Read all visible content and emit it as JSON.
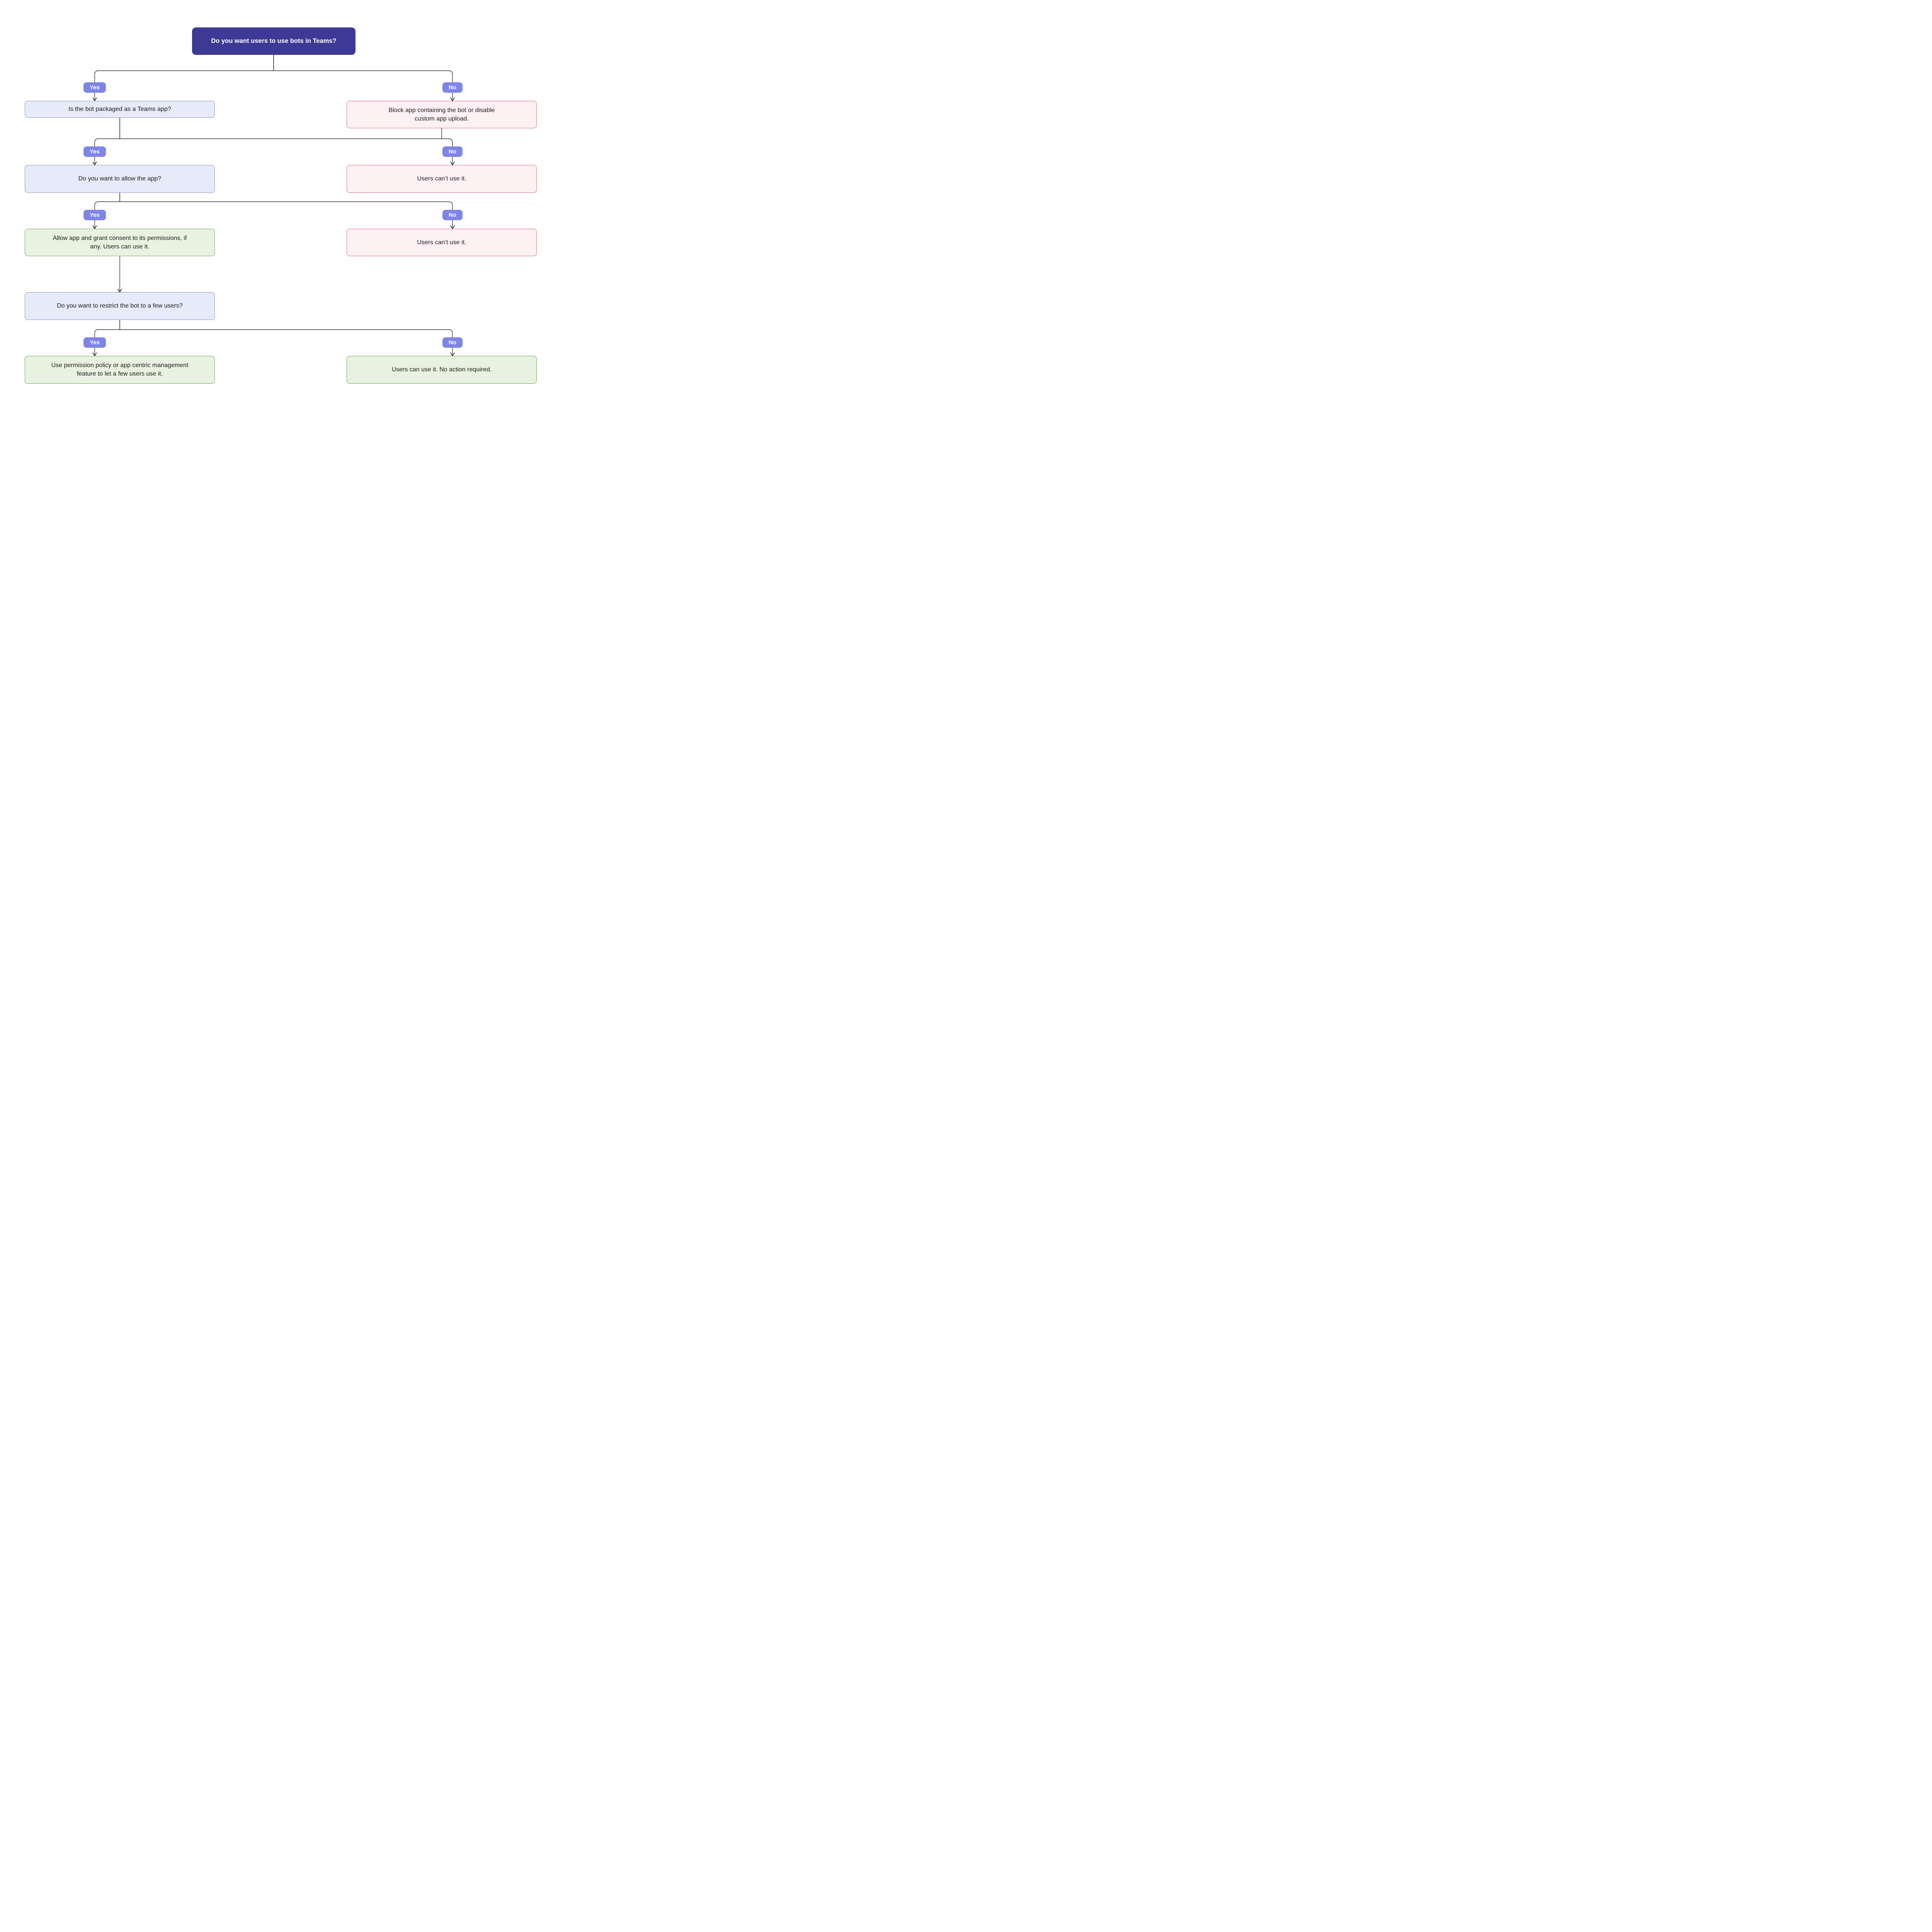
{
  "diagram": {
    "type": "flowchart",
    "title": "Do you want users to use bots in Teams? — decision flowchart",
    "labels": {
      "yes": "Yes",
      "no": "No"
    },
    "nodes": {
      "root": {
        "text": "Do you want users to use bots in Teams?",
        "kind": "start"
      },
      "q_packaged": {
        "text": "Is the bot packaged as a Teams app?",
        "kind": "question"
      },
      "block_app": {
        "text": "Block app containing the bot or disable custom app upload.",
        "kind": "action-negative"
      },
      "q_allow": {
        "text": "Do you want to allow the app?",
        "kind": "question"
      },
      "cant_use_1": {
        "text": "Users can’t use it.",
        "kind": "outcome-negative"
      },
      "allow_app": {
        "text": "Allow app and grant consent to its permissions, if any. Users can use it.",
        "kind": "outcome-positive"
      },
      "cant_use_2": {
        "text": "Users can’t use it.",
        "kind": "outcome-negative"
      },
      "q_restrict": {
        "text": "Do you want to restrict the bot to a few users?",
        "kind": "question"
      },
      "permission_policy": {
        "text": "Use permission policy or app centric management feature to let a few users use it.",
        "kind": "outcome-positive"
      },
      "no_action": {
        "text": "Users can use it. No action required.",
        "kind": "outcome-positive"
      }
    },
    "edges": [
      {
        "from": "root",
        "label": "Yes",
        "to": "q_packaged"
      },
      {
        "from": "root",
        "label": "No",
        "to": "block_app"
      },
      {
        "from": "q_packaged",
        "label": "Yes",
        "to": "q_allow"
      },
      {
        "from": "q_packaged",
        "label": "No",
        "to": "cant_use_1"
      },
      {
        "from": "block_app",
        "label": "",
        "to": "cant_use_1"
      },
      {
        "from": "q_allow",
        "label": "Yes",
        "to": "allow_app"
      },
      {
        "from": "q_allow",
        "label": "No",
        "to": "cant_use_2"
      },
      {
        "from": "allow_app",
        "label": "",
        "to": "q_restrict"
      },
      {
        "from": "q_restrict",
        "label": "Yes",
        "to": "permission_policy"
      },
      {
        "from": "q_restrict",
        "label": "No",
        "to": "no_action"
      }
    ],
    "palette": {
      "start_fill": "#3c3a94",
      "start_text": "#ffffff",
      "label_fill": "#7f84e8",
      "label_text": "#ffffff",
      "question_fill": "#e7eaf9",
      "question_border": "#8b90cc",
      "negative_fill": "#fdf1f4",
      "negative_border": "#d4697c",
      "positive_fill": "#e9f2e0",
      "positive_border": "#6ba05a",
      "line": "#333333",
      "text": "#1c1c1c"
    }
  }
}
